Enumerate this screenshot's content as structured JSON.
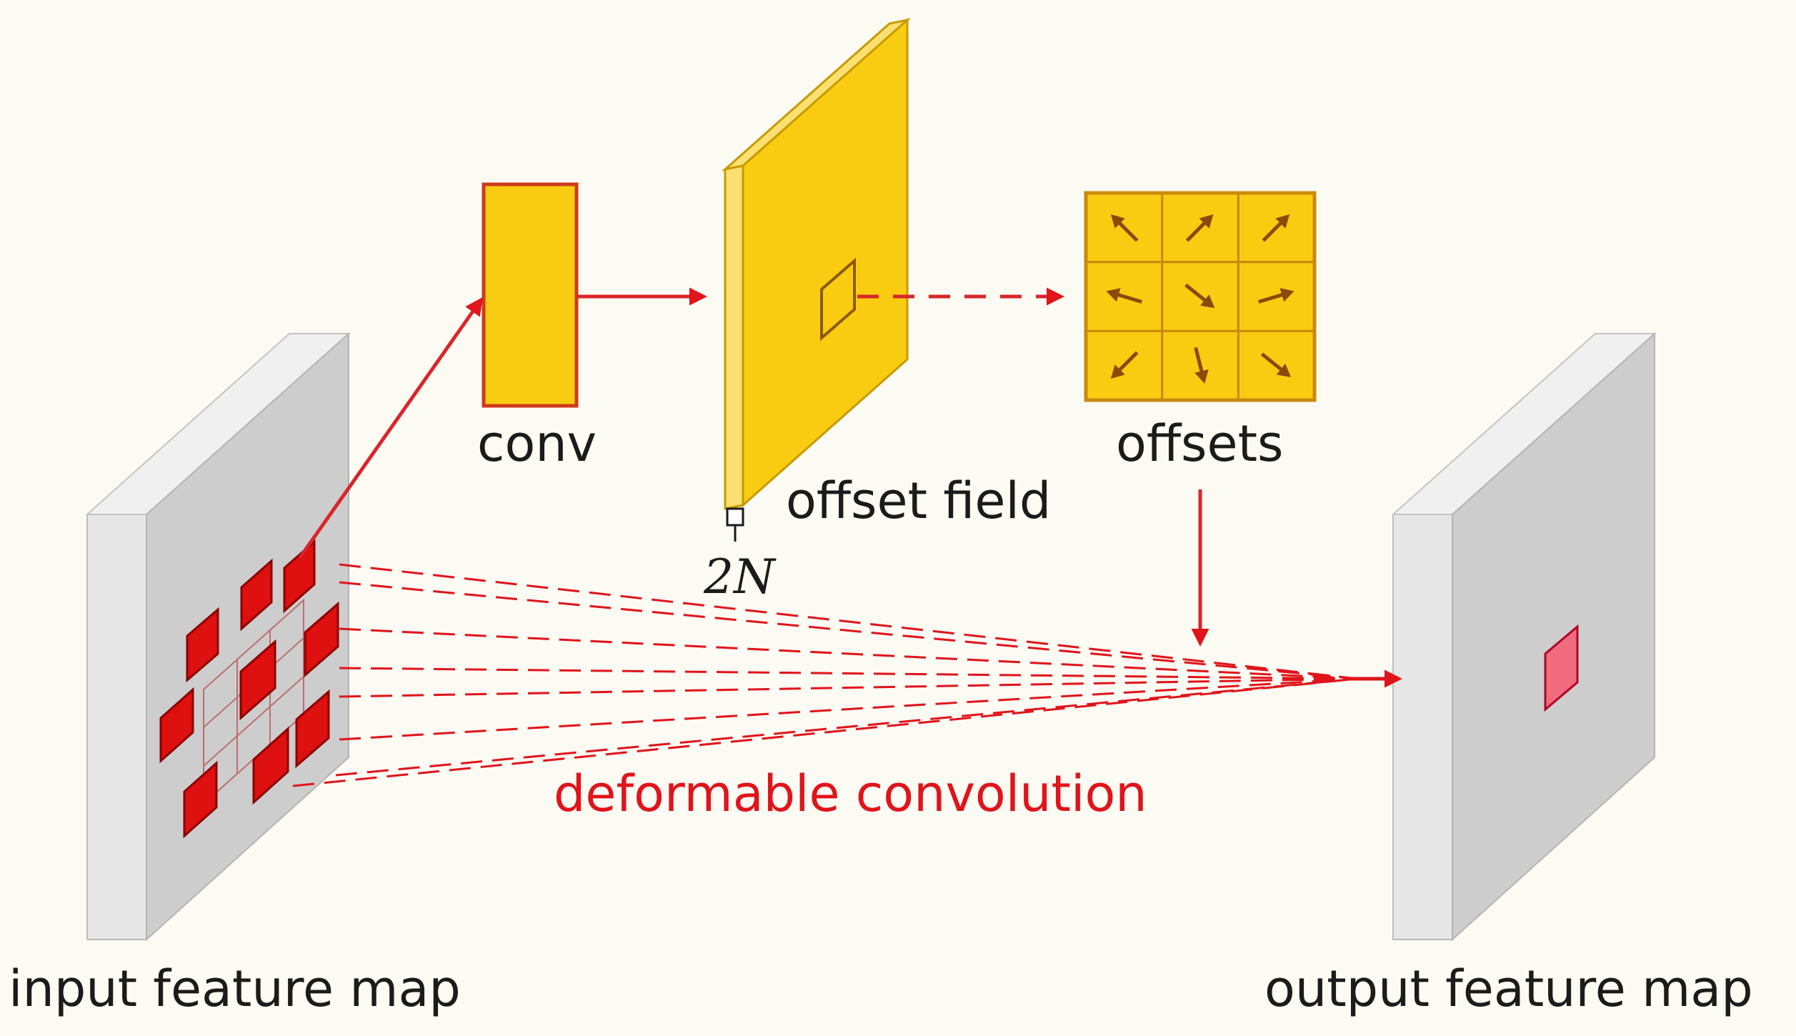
{
  "labels": {
    "conv": "conv",
    "offset_field": "offset field",
    "two_n": "2N",
    "offsets": "offsets",
    "deformable_convolution": "deformable convolution",
    "input_feature_map": "input feature map",
    "output_feature_map": "output feature map"
  },
  "offsets_grid": [
    [
      "arrow-up-left-icon",
      "arrow-up-right-icon",
      "arrow-up-right-icon"
    ],
    [
      "arrow-left-icon",
      "arrow-down-right-icon",
      "arrow-right-icon"
    ],
    [
      "arrow-down-left-icon",
      "arrow-down-icon",
      "arrow-down-right-icon"
    ]
  ],
  "colors": {
    "background": "#fbfaf3",
    "yellow": "#f9cc12",
    "yellow_dark": "#d9a800",
    "red": "#e0141b",
    "map_face": "#cfcfcf",
    "map_side": "#e6e6e6"
  }
}
